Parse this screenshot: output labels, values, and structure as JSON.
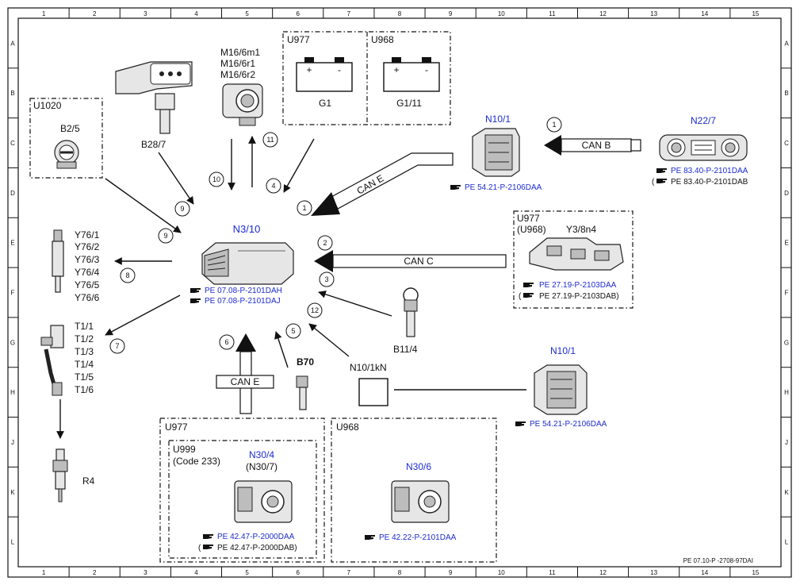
{
  "grid": {
    "cols": [
      "1",
      "2",
      "3",
      "4",
      "5",
      "6",
      "7",
      "8",
      "9",
      "10",
      "11",
      "12",
      "13",
      "14",
      "15"
    ],
    "rows": [
      "A",
      "B",
      "C",
      "D",
      "E",
      "F",
      "G",
      "H",
      "J",
      "K",
      "L"
    ]
  },
  "footer_code": "PE 07.10-P -2708-97DAI",
  "central": {
    "name": "N3/10",
    "refs": [
      "PE 07.08-P-2101DAH",
      "PE 07.08-P-2101DAJ"
    ]
  },
  "components": {
    "u1020": {
      "box": "U1020",
      "name": "B2/5"
    },
    "b28_7": "B28/7",
    "m16": [
      "M16/6m1",
      "M16/6r1",
      "M16/6r2"
    ],
    "battery_box_1": "U977",
    "battery_box_2": "U968",
    "g1": "G1",
    "g1_11": "G1/11",
    "plus": "+",
    "minus": "-",
    "n10_1_top": {
      "name": "N10/1",
      "ref": "PE 54.21-P-2106DAA"
    },
    "n22_7": {
      "name": "N22/7",
      "refs": [
        "PE 83.40-P-2101DAA",
        "PE 83.40-P-2101DAB"
      ]
    },
    "y3_8n4": {
      "box_a": "U977",
      "box_b": "(U968)",
      "name": "Y3/8n4",
      "refs": [
        "PE 27.19-P-2103DAA",
        "PE 27.19-P-2103DAB)"
      ]
    },
    "y76": [
      "Y76/1",
      "Y76/2",
      "Y76/3",
      "Y76/4",
      "Y76/5",
      "Y76/6"
    ],
    "t1": [
      "T1/1",
      "T1/2",
      "T1/3",
      "T1/4",
      "T1/5",
      "T1/6"
    ],
    "r4": "R4",
    "b11_4": "B11/4",
    "b70": "B70",
    "n10_1kn": "N10/1kN",
    "n10_1_right": {
      "name": "N10/1",
      "ref": "PE 54.21-P-2106DAA"
    },
    "u977_bottom": "U977",
    "u999": {
      "box": "U999",
      "code": "(Code 233)",
      "name": "N30/4",
      "alt": "(N30/7)",
      "refs": [
        "PE 42.47-P-2000DAA",
        "PE 42.47-P-2000DAB)"
      ]
    },
    "u968_bottom": {
      "box": "U968",
      "name": "N30/6",
      "ref": "PE 42.22-P-2101DAA"
    }
  },
  "buses": {
    "can_b": "CAN B",
    "can_c": "CAN C",
    "can_e_top": "CAN E",
    "can_e_bottom": "CAN E"
  },
  "callouts": {
    "c1_top": "1",
    "c1_mid": "1",
    "c2": "2",
    "c3": "3",
    "c4": "4",
    "c5": "5",
    "c6": "6",
    "c7": "7",
    "c8": "8",
    "c9a": "9",
    "c9b": "9",
    "c10": "10",
    "c11": "11",
    "c12": "12"
  },
  "open_paren": "(",
  "ref_icon": "hand-pointer-icon"
}
